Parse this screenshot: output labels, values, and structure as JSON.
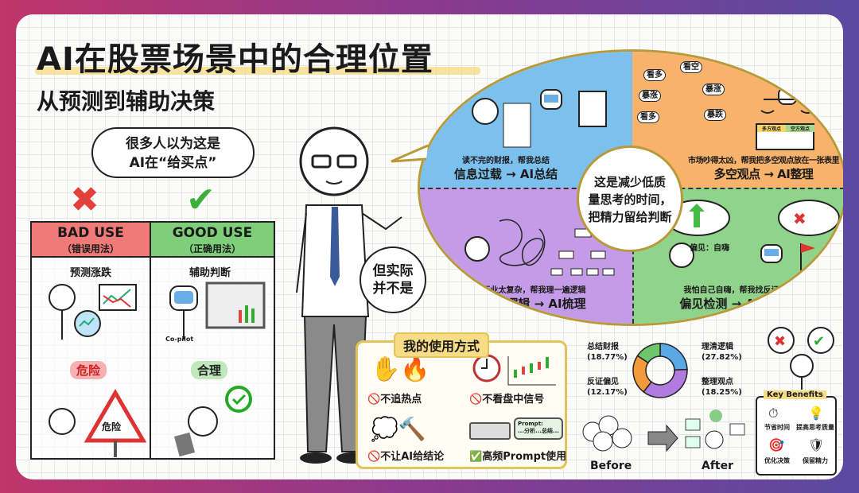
{
  "header": {
    "title": "AI在股票场景中的合理位置",
    "subtitle": "从预测到辅助决策"
  },
  "speech_bubble": "很多人以为这是AI在“给买点”",
  "speech_bubble_lines": [
    "很多人以为这是",
    "AI在“给买点”"
  ],
  "reply_bubble_lines": [
    "但实际",
    "并不是"
  ],
  "comparison": {
    "bad": {
      "title": "BAD USE",
      "subtitle": "（错误用法）",
      "caption": "预测涨跌",
      "tag": "危险",
      "sign": "危险",
      "color": "#f07a78"
    },
    "good": {
      "title": "GOOD USE",
      "subtitle": "（正确用法）",
      "caption": "辅助判断",
      "tag": "合理",
      "robot_label": "Co-pilot",
      "color": "#7fcf7a"
    }
  },
  "quadrants": [
    {
      "desc": "读不完的财报，帮我总结",
      "title": "信息过载 → AI总结",
      "color": "#7cc0ee"
    },
    {
      "desc": "市场吵得太凶，帮我把多空观点放在一张表里",
      "title": "多空观点 → AI整理",
      "color": "#f7b36b",
      "bubbles": [
        "看多",
        "看空",
        "暴涨",
        "暴涨",
        "看多",
        "暴跌"
      ],
      "table_headers": [
        "多方观点",
        "空方观点"
      ]
    },
    {
      "desc": "行业太复杂，帮我理一遍逻辑",
      "title": "复杂逻辑 → AI梳理",
      "color": "#c39be6"
    },
    {
      "desc": "我怕自己自嗨，帮我找反证",
      "title": "偏见检测 → AI反证",
      "color": "#8fd48a",
      "bias_label": "偏见：自嗨"
    }
  ],
  "center_text_lines": [
    "这是减少低质",
    "量思考的时间，",
    "把精力留给判断"
  ],
  "usage": {
    "title": "我的使用方式",
    "items": [
      {
        "label": "不追热点",
        "status": "no"
      },
      {
        "label": "不看盘中信号",
        "status": "no"
      },
      {
        "label": "不让AI给结论",
        "status": "no"
      },
      {
        "label": "高频Prompt使用",
        "status": "yes"
      }
    ],
    "prompt_bubble": [
      "Prompt:",
      "...分析...总结..."
    ]
  },
  "chart_data": {
    "type": "pie",
    "donut": true,
    "categories": [
      "总结财报",
      "理清逻辑",
      "整理观点",
      "反证偏见"
    ],
    "values": [
      18.77,
      27.82,
      18.25,
      12.17
    ],
    "labels": [
      "(18.77%)",
      "(27.82%)",
      "(18.25%)",
      "(12.17%)"
    ],
    "colors": [
      "#5aa9e6",
      "#b07be0",
      "#f39a3c",
      "#6cc76a"
    ]
  },
  "before_after": {
    "before": "Before",
    "after": "After"
  },
  "key_benefits": {
    "title": "Key Benefits",
    "items": [
      "节省时间",
      "提高思考质量",
      "优化决策",
      "保留精力"
    ]
  }
}
